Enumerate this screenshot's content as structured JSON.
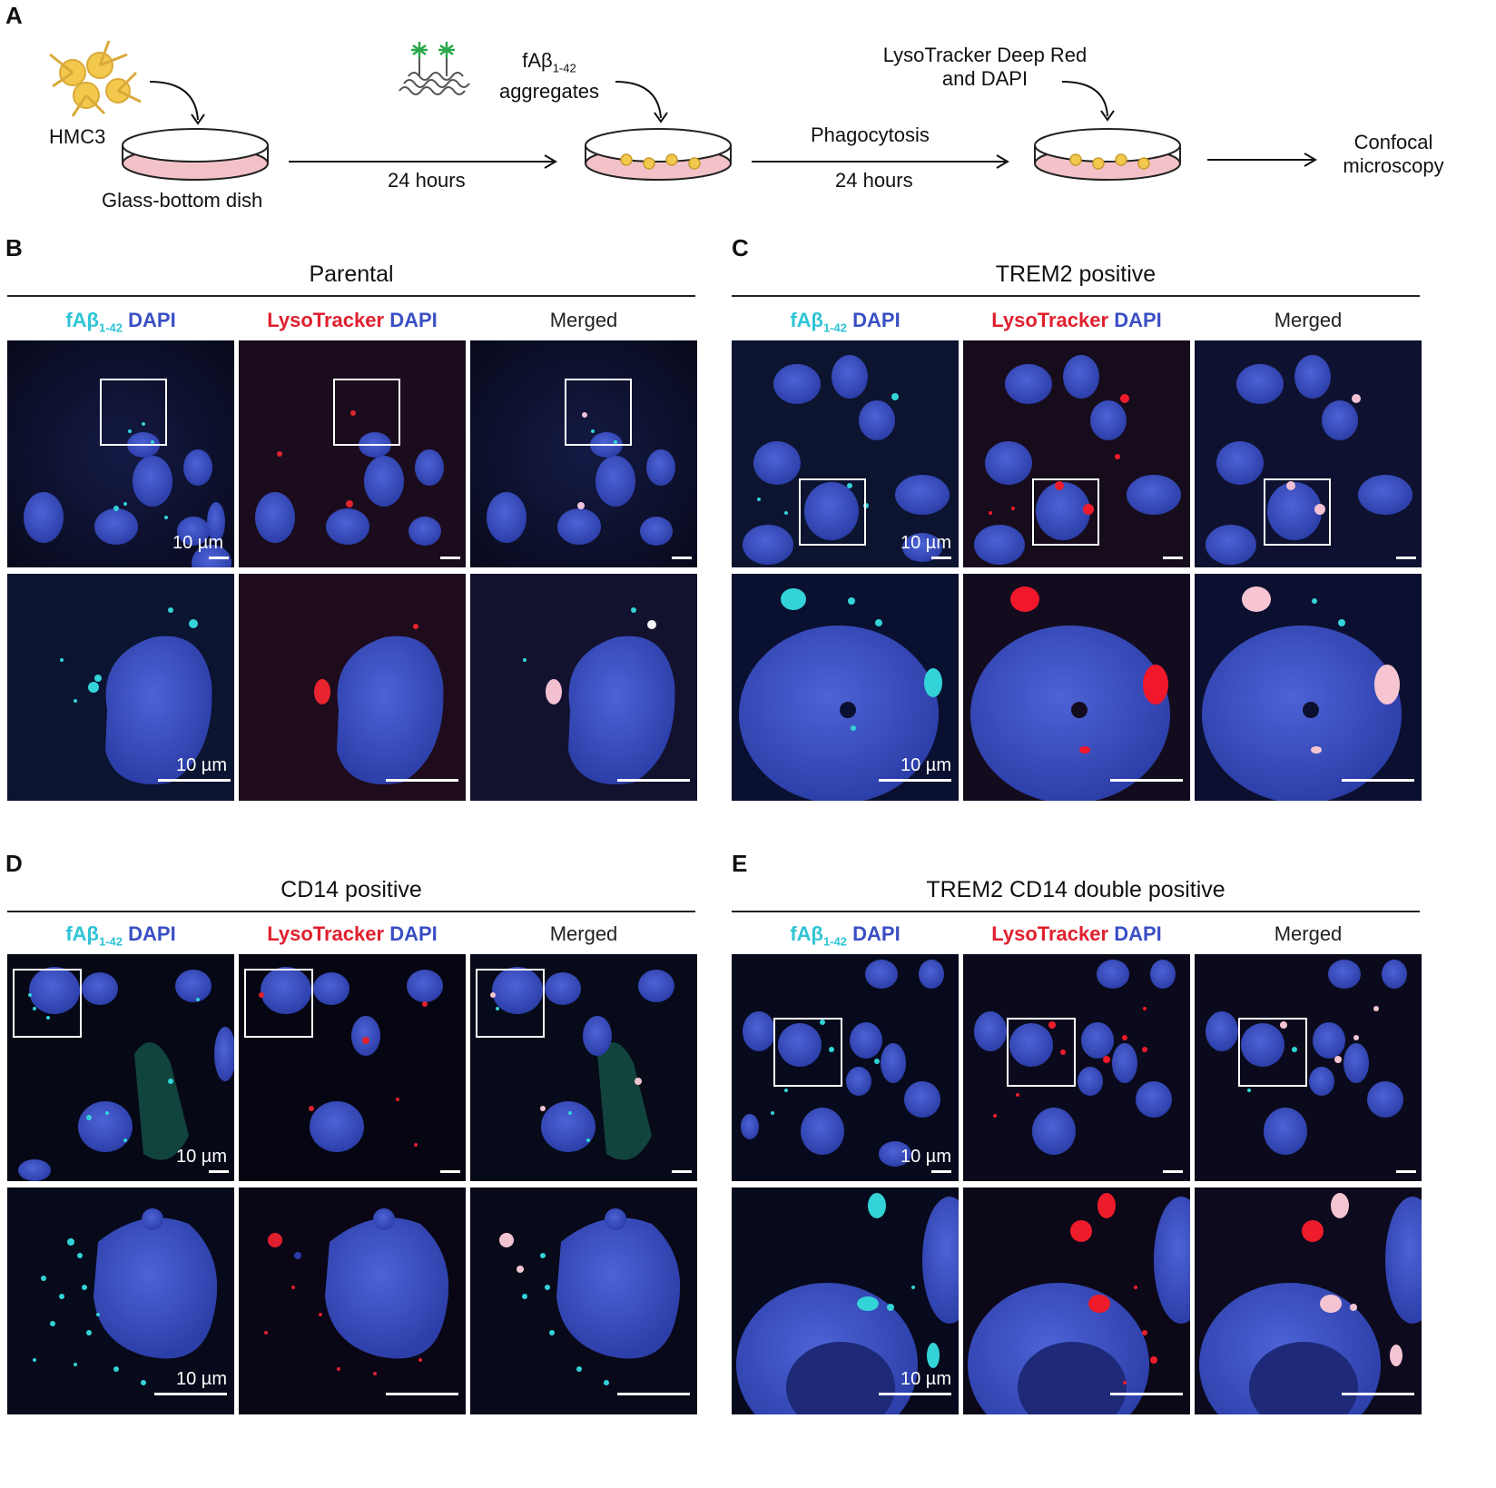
{
  "schematic": {
    "letter": "A",
    "hmc3": "HMC3",
    "dish": "Glass-bottom dish",
    "step1_time": "24 hours",
    "fab_line1": "fAβ",
    "fab_sub": "1-42",
    "fab_line2": "aggregates",
    "phagocytosis": "Phagocytosis",
    "step2_time": "24 hours",
    "stain_line1": "LysoTracker Deep Red",
    "stain_line2": "and DAPI",
    "confocal_line1": "Confocal",
    "confocal_line2": "microscopy"
  },
  "labels": {
    "fab": "fAβ",
    "fab_sub": "1-42",
    "dapi": "DAPI",
    "lyso": "LysoTracker",
    "merged": "Merged",
    "scale": "10 µm"
  },
  "panels": {
    "B": {
      "letter": "B",
      "title": "Parental"
    },
    "C": {
      "letter": "C",
      "title": "TREM2 positive"
    },
    "D": {
      "letter": "D",
      "title": "CD14 positive"
    },
    "E": {
      "letter": "E",
      "title": "TREM2 CD14 double positive"
    }
  },
  "colors": {
    "fab_cyan": "#2ec4d6",
    "dapi_blue": "#3a4fc4",
    "lyso_red": "#e0202e",
    "nucleus": "#3447b8",
    "background": "#0a0c22"
  }
}
